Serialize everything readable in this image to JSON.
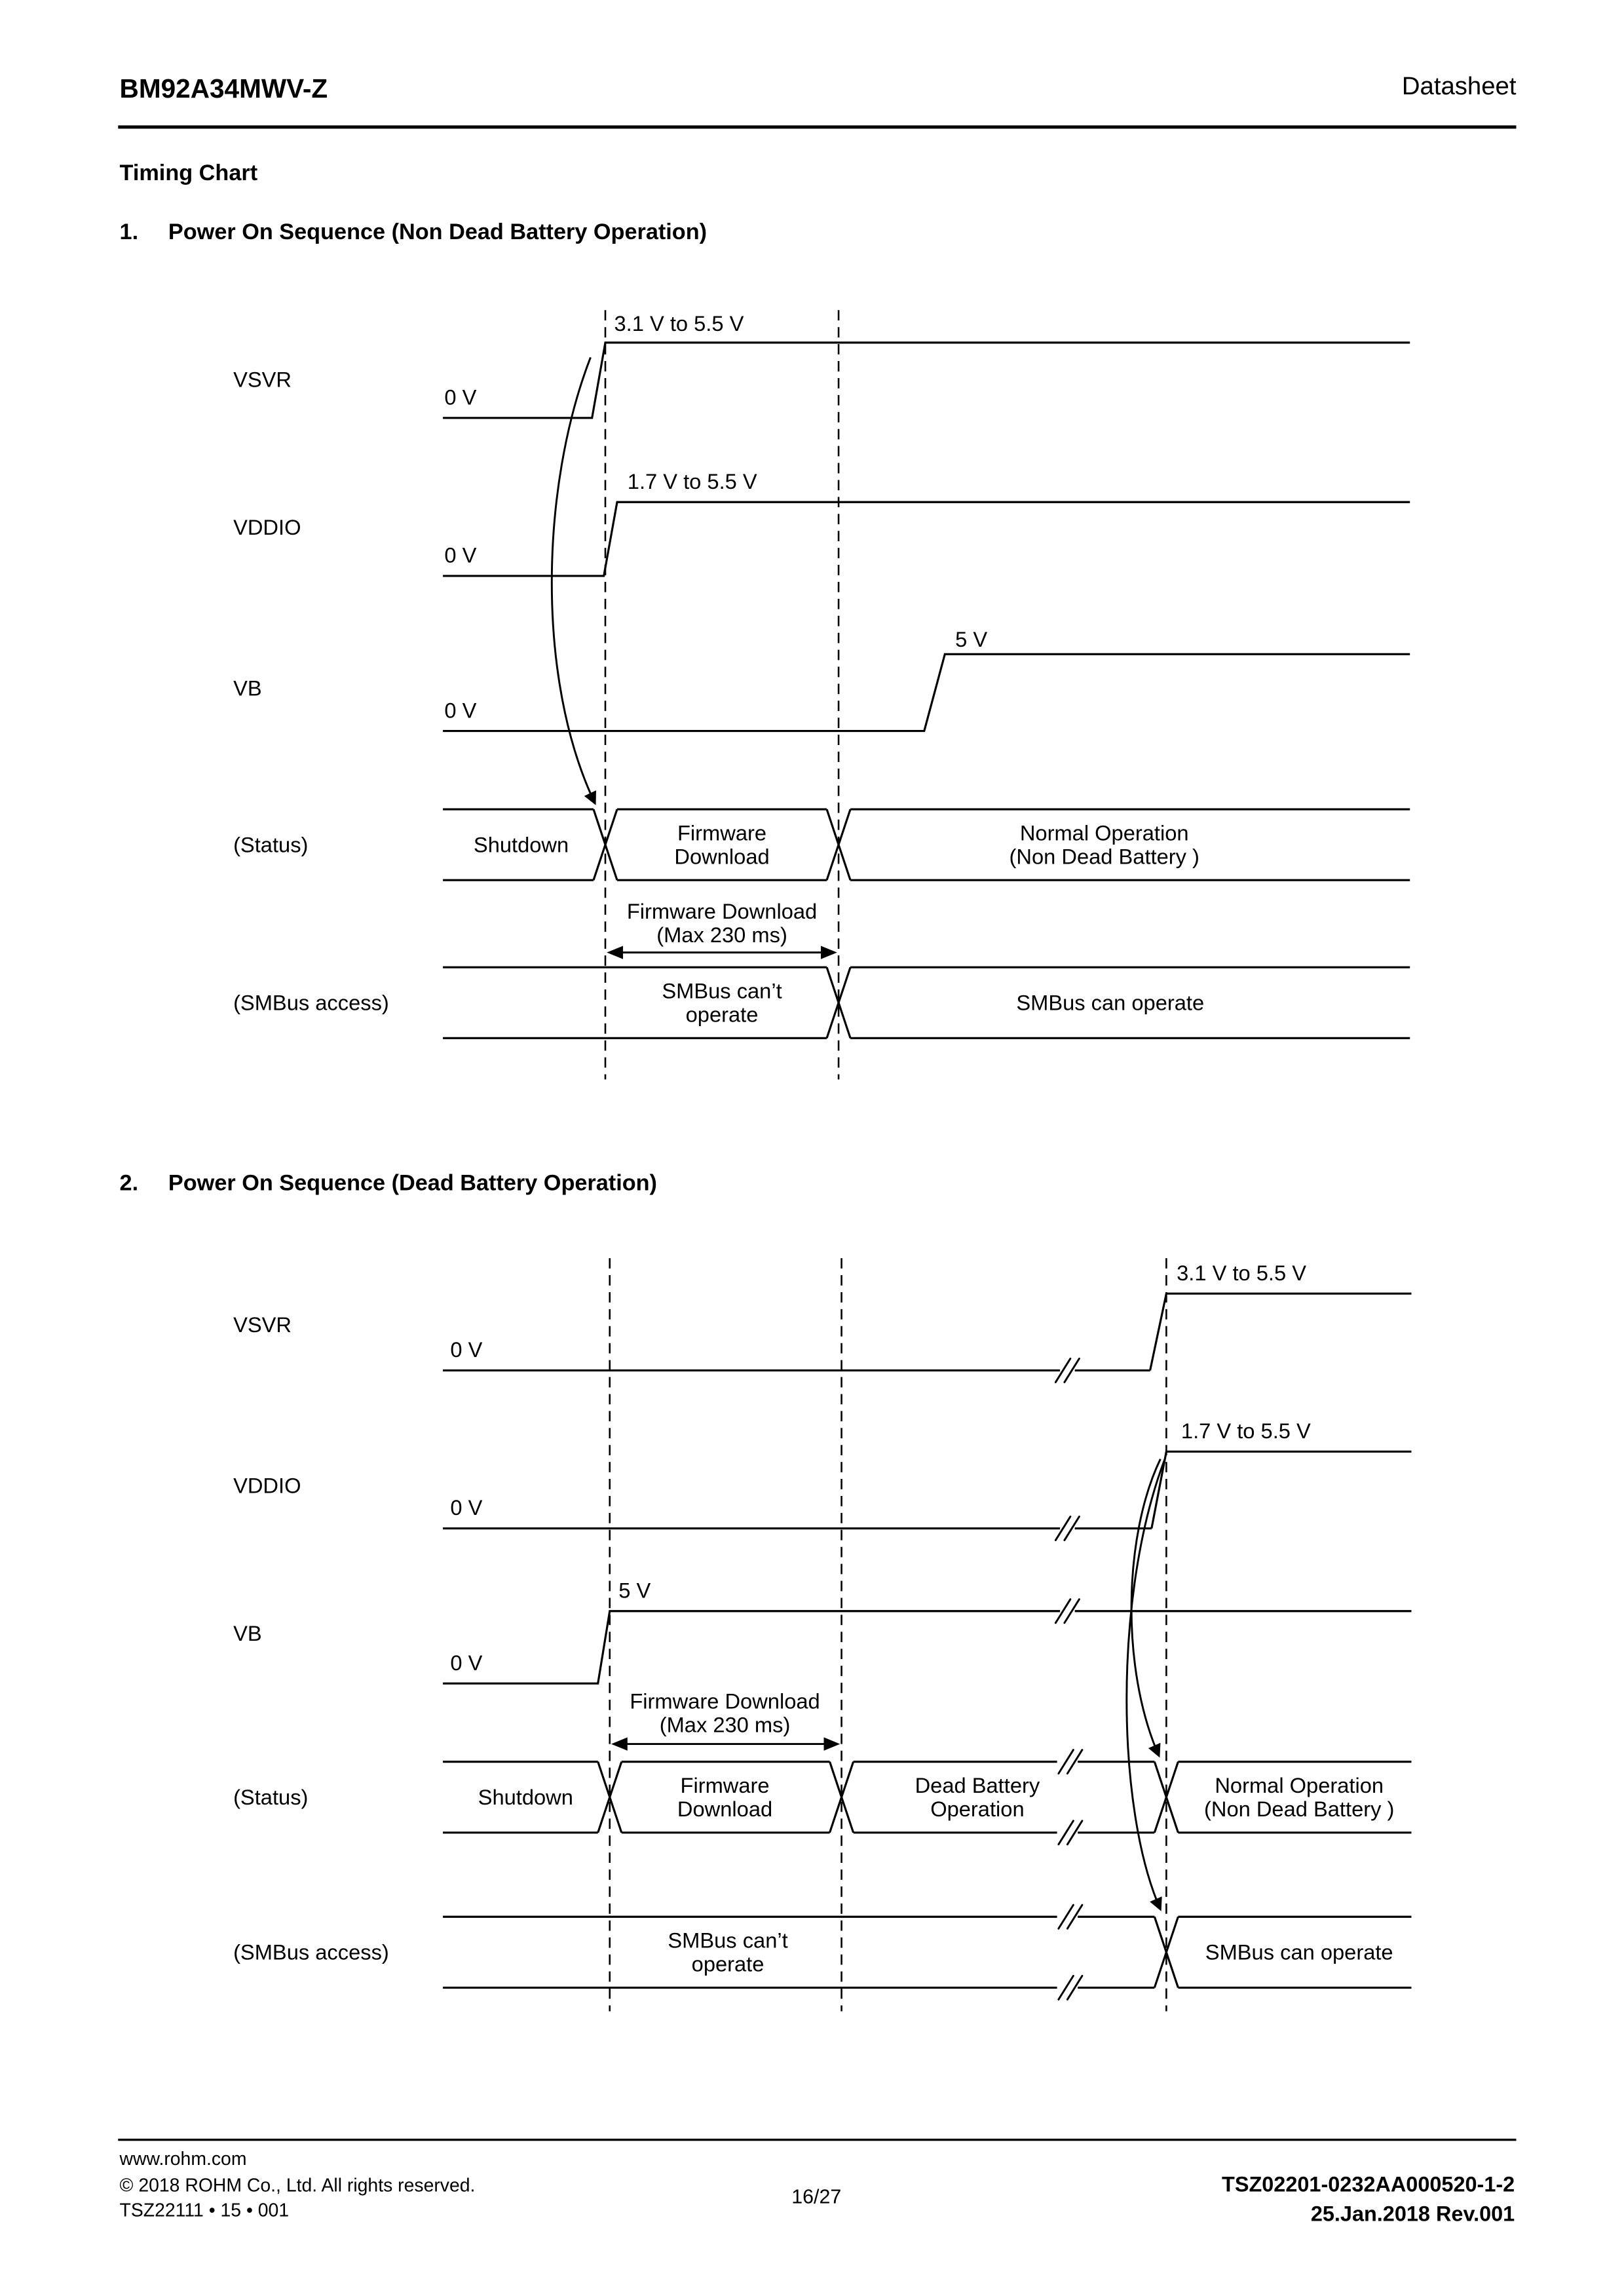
{
  "header": {
    "product": "BM92A34MWV-Z",
    "doc_type": "Datasheet"
  },
  "timing_chart_title": "Timing Chart",
  "d1": {
    "number": "1.",
    "heading": "Power On Sequence (Non Dead Battery Operation)",
    "vsvr": {
      "name": "VSVR",
      "low": "0 V",
      "high": "3.1 V to 5.5 V"
    },
    "vddio": {
      "name": "VDDIO",
      "low": "0 V",
      "high": "1.7 V to 5.5 V"
    },
    "vb": {
      "name": "VB",
      "low": "0 V",
      "high": "5 V"
    },
    "status": {
      "label": "(Status)",
      "shutdown": "Shutdown",
      "fw1": "Firmware",
      "fw2": "Download",
      "normal1": "Normal Operation",
      "normal2": "(Non Dead Battery )"
    },
    "anno1": "Firmware Download",
    "anno2": "(Max 230 ms)",
    "smbus": {
      "label": "(SMBus access)",
      "cant1": "SMBus can’t",
      "cant2": "operate",
      "can": "SMBus can operate"
    }
  },
  "d2": {
    "number": "2.",
    "heading": "Power On Sequence (Dead Battery Operation)",
    "vsvr": {
      "name": "VSVR",
      "low": "0 V",
      "high": "3.1 V to 5.5 V"
    },
    "vddio": {
      "name": "VDDIO",
      "low": "0 V",
      "high": "1.7 V to 5.5 V"
    },
    "vb": {
      "name": "VB",
      "low": "0 V",
      "high": "5 V"
    },
    "anno1": "Firmware Download",
    "anno2": "(Max 230 ms)",
    "status": {
      "label": "(Status)",
      "shutdown": "Shutdown",
      "fw1": "Firmware",
      "fw2": "Download",
      "dead1": "Dead Battery",
      "dead2": "Operation",
      "normal1": "Normal Operation",
      "normal2": "(Non Dead Battery )"
    },
    "smbus": {
      "label": "(SMBus access)",
      "cant1": "SMBus can’t",
      "cant2": "operate",
      "can": "SMBus can operate"
    }
  },
  "footer": {
    "website": "www.rohm.com",
    "copyright": "© 2018 ROHM Co., Ltd. All rights reserved.",
    "doc_code": "TSZ22111 • 15 • 001",
    "page": "16/27",
    "doc_number": "TSZ02201-0232AA000520-1-2",
    "revision": "25.Jan.2018 Rev.001"
  }
}
